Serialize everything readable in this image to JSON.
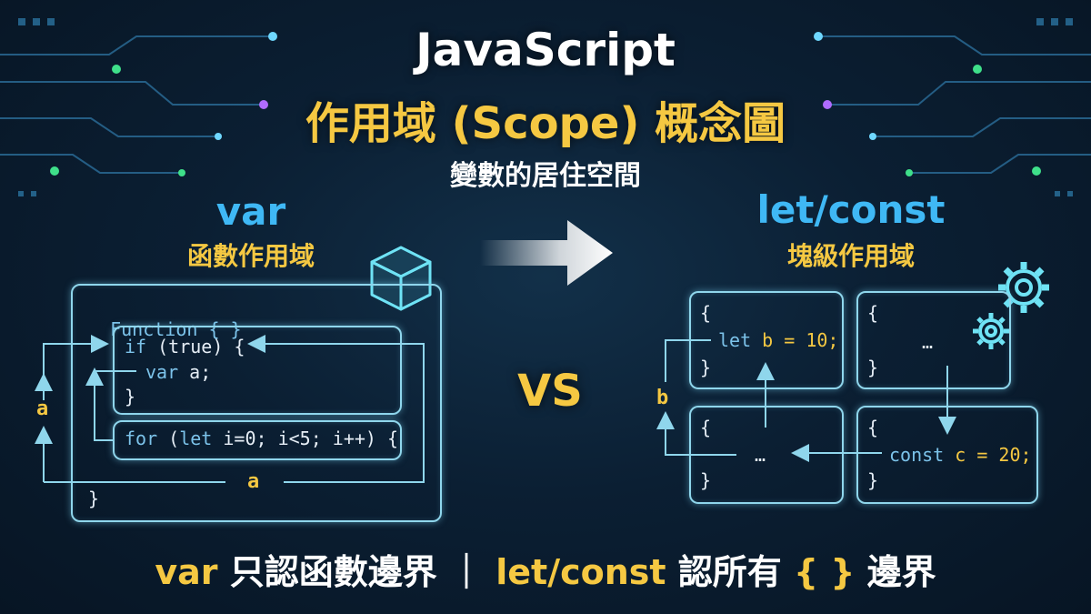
{
  "header": {
    "title": "JavaScript",
    "subtitle": "作用域 (Scope) 概念圖",
    "caption": "變數的居住空間"
  },
  "left": {
    "heading": "var",
    "subheading": "函數作用域",
    "function_open": "Function { }",
    "if_keyword": "if",
    "if_cond": " (true) {",
    "var_keyword": "var",
    "var_rest": " a;",
    "if_close": "}",
    "for_keyword": "for",
    "for_paren": " (",
    "for_let": "let",
    "for_rest": " i=0; i<5; i++) {",
    "function_close": "}",
    "var_name_side": "a",
    "var_name_bottom": "a"
  },
  "vs_label": "VS",
  "right": {
    "heading": "let/const",
    "subheading": "塊級作用域",
    "block1_open": "{",
    "block1_let": "let",
    "block1_rest": " b = 10;",
    "block1_close": "}",
    "block2_open": "{",
    "block2_dots": "…",
    "block2_close": "}",
    "block3_open": "{",
    "block3_dots": "…",
    "block3_close": "}",
    "block4_open": "{",
    "block4_const": "const",
    "block4_rest": " c = 20;",
    "block4_close": "}",
    "var_name_side": "b"
  },
  "footer": {
    "part1": "var",
    "part2": " 只認函數邊界 ｜ ",
    "part3": "let/const",
    "part4": " 認所有 ",
    "part5": "{ }",
    "part6": " 邊界"
  },
  "colors": {
    "accent_yellow": "#f5c842",
    "accent_blue": "#3fb8f5",
    "line_cyan": "#8fd6ec",
    "background": "#0b1f33"
  },
  "icons": [
    "cube-icon",
    "gear-icon",
    "arrow-right-icon"
  ]
}
